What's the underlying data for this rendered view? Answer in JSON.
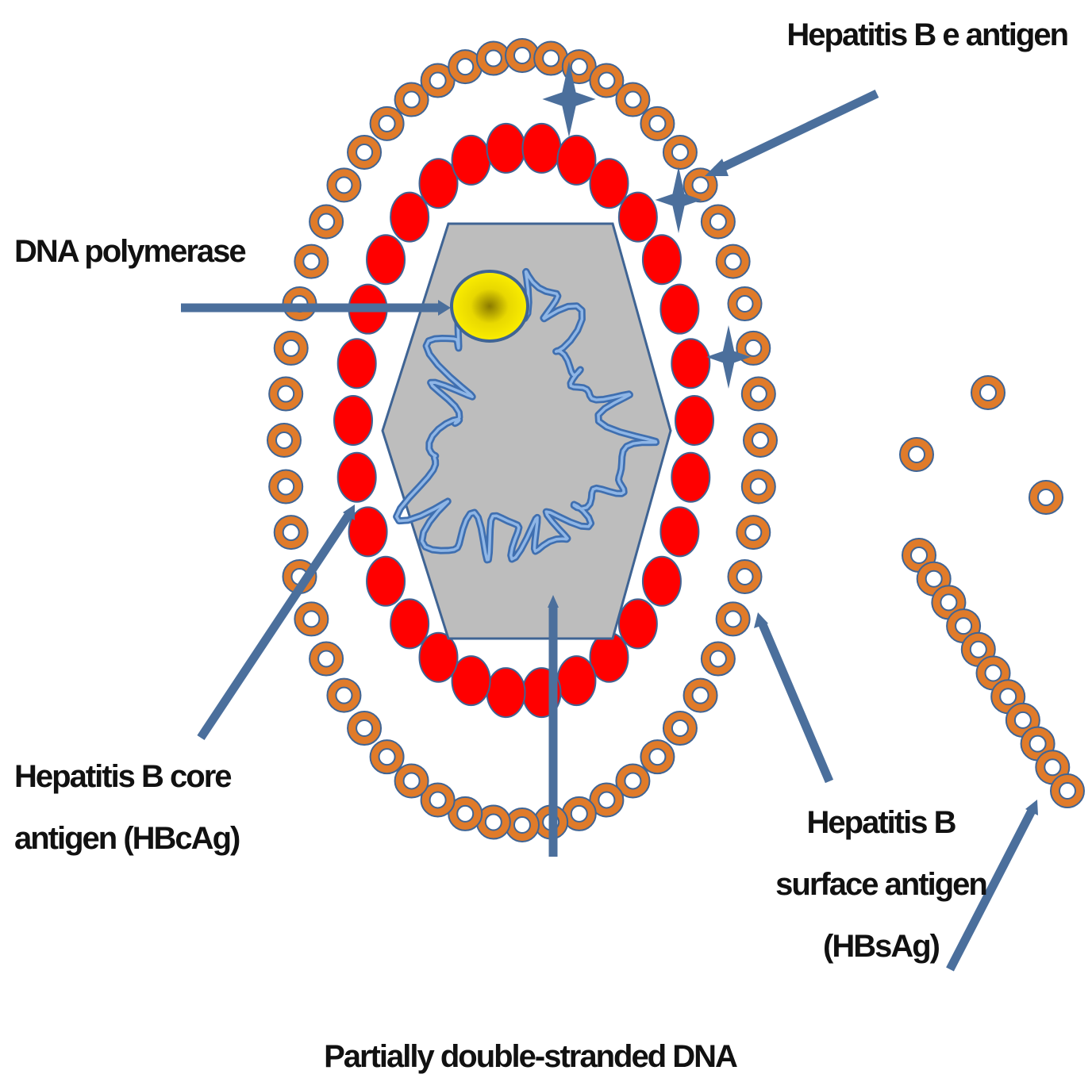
{
  "labels": {
    "e_antigen": "Hepatitis B e antigen",
    "dna_polymerase": "DNA polymerase",
    "core_antigen_line1": "Hepatitis B core",
    "core_antigen_line2": "antigen (HBcAg)",
    "surface_antigen_line1": "Hepatitis B",
    "surface_antigen_line2": "surface antigen",
    "surface_antigen_line3": "(HBsAg)",
    "dna": "Partially double-stranded DNA"
  },
  "colors": {
    "surface_ring": "#e07b2a",
    "core_protein": "#ff0000",
    "capsid": "#bdbdbd",
    "outline": "#3f6494",
    "arrow": "#4b6f9c",
    "dna_strand": "#5b8fd0",
    "polymerase": "#f2e600"
  }
}
